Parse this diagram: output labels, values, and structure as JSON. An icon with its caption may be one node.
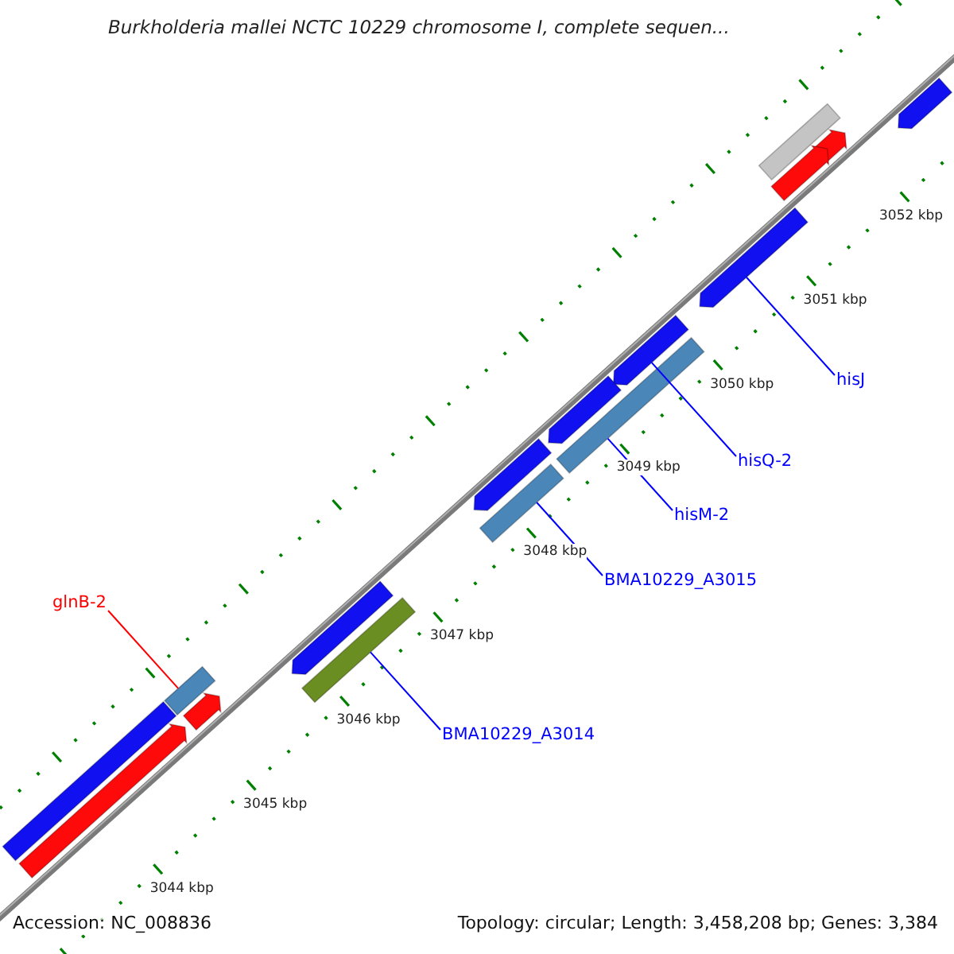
{
  "diagram": {
    "title": "Burkholderia mallei NCTC 10229 chromosome I, complete sequen...",
    "nodes": [
      {
        "text": [
          "hisJ"
        ]
      },
      {
        "text": [
          "hisQ-2"
        ]
      },
      {
        "text": [
          "hisM-2"
        ]
      },
      {
        "text": [
          "BMA10229_A3015"
        ]
      },
      {
        "text": [
          "glnB-2"
        ]
      },
      {
        "text": [
          "BMA10229_A3014"
        ]
      },
      {
        "text": [],
        "shape": "bar"
      },
      {
        "text": [],
        "shape": "bar"
      },
      {
        "text": [],
        "shape": "bar"
      },
      {
        "text": [],
        "shape": "bar"
      },
      {
        "text": [],
        "shape": "bar"
      },
      {
        "text": [],
        "shape": "bar"
      },
      {
        "text": [],
        "shape": "bar"
      },
      {
        "text": [],
        "shape": "bar"
      },
      {
        "text": [],
        "shape": "bar"
      },
      {
        "text": [],
        "shape": "bar"
      },
      {
        "text": [],
        "shape": "bar"
      },
      {
        "text": [],
        "shape": "bar"
      },
      {
        "text": [],
        "shape": "bar"
      },
      {
        "text": [],
        "shape": "bar"
      },
      {
        "text": [],
        "shape": "bar"
      },
      {
        "text": [],
        "shape": "bar"
      }
    ],
    "edges": [
      {
        "from": 0,
        "to": 10,
        "arrow": "none"
      },
      {
        "from": 1,
        "to": 11,
        "arrow": "none"
      },
      {
        "from": 2,
        "to": 12,
        "arrow": "none"
      },
      {
        "from": 3,
        "to": 15,
        "arrow": "none"
      },
      {
        "from": 4,
        "to": 18,
        "arrow": "none",
        "color": "#ff0000"
      },
      {
        "from": 5,
        "to": 17,
        "arrow": "none"
      }
    ],
    "labels": [
      "3052 kbp",
      "3051 kbp",
      "3050 kbp",
      "3049 kbp",
      "3048 kbp",
      "3047 kbp",
      "3046 kbp",
      "3045 kbp",
      "3044 kbp",
      "Accession: NC_008836",
      "Topology: circular; Length: 3,458,208 bp; Genes: 3,384"
    ]
  }
}
